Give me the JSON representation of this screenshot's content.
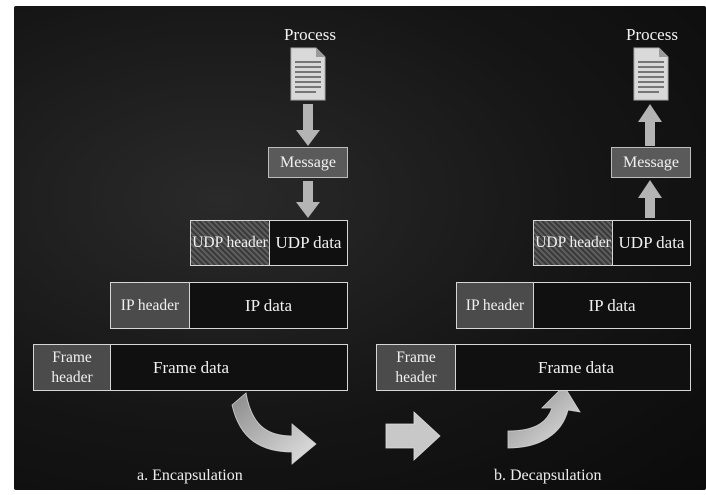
{
  "encapsulation": {
    "process_label": "Process",
    "message_label": "Message",
    "udp_header": "UDP header",
    "udp_data": "UDP data",
    "ip_header": "IP header",
    "ip_data": "IP data",
    "frame_header": "Frame header",
    "frame_data": "Frame data",
    "caption": "a. Encapsulation"
  },
  "decapsulation": {
    "process_label": "Process",
    "message_label": "Message",
    "udp_header": "UDP header",
    "udp_data": "UDP data",
    "ip_header": "IP header",
    "ip_data": "IP data",
    "frame_header": "Frame header",
    "frame_data": "Frame data",
    "caption": "b. Decapsulation"
  },
  "icons": {
    "document": "document-icon",
    "arrow": "arrow-icon"
  },
  "colors": {
    "background": "#111111",
    "header_fill": "#4b4b4b",
    "message_fill": "#5a5a5a",
    "arrow_fill": "#b8b8b8",
    "border": "#d6d6d6"
  }
}
